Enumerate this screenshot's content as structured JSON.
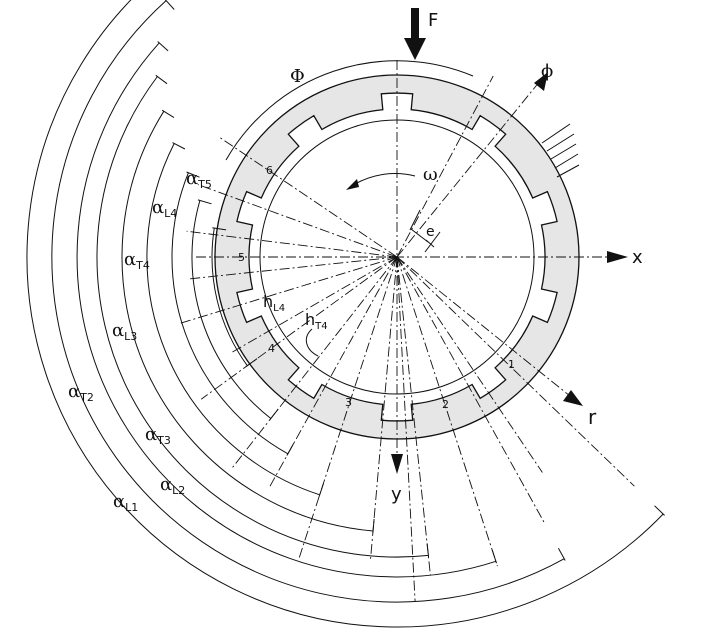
{
  "labels": {
    "force": "F",
    "phi_axis": "ϕ",
    "x_axis": "x",
    "y_axis": "y",
    "r_axis": "r",
    "omega": "ω",
    "eccentricity": "e",
    "Phi_angle": "Φ"
  },
  "pad_numbers": [
    "1",
    "2",
    "3",
    "4",
    "5",
    "6"
  ],
  "angles": {
    "aT5": {
      "sym": "α",
      "sub": "T5"
    },
    "aL4": {
      "sym": "α",
      "sub": "L4"
    },
    "aT4": {
      "sym": "α",
      "sub": "T4"
    },
    "aL3": {
      "sym": "α",
      "sub": "L3"
    },
    "aT3": {
      "sym": "α",
      "sub": "T3"
    },
    "aT2": {
      "sym": "α",
      "sub": "T2"
    },
    "aL2": {
      "sym": "α",
      "sub": "L2"
    },
    "aL1": {
      "sym": "α",
      "sub": "L1"
    },
    "hL4": {
      "sym": "h",
      "sub": "L4"
    },
    "hT4": {
      "sym": "h",
      "sub": "T4"
    }
  },
  "colors": {
    "ring_fill": "#e6e6e6",
    "ink": "#111111"
  }
}
